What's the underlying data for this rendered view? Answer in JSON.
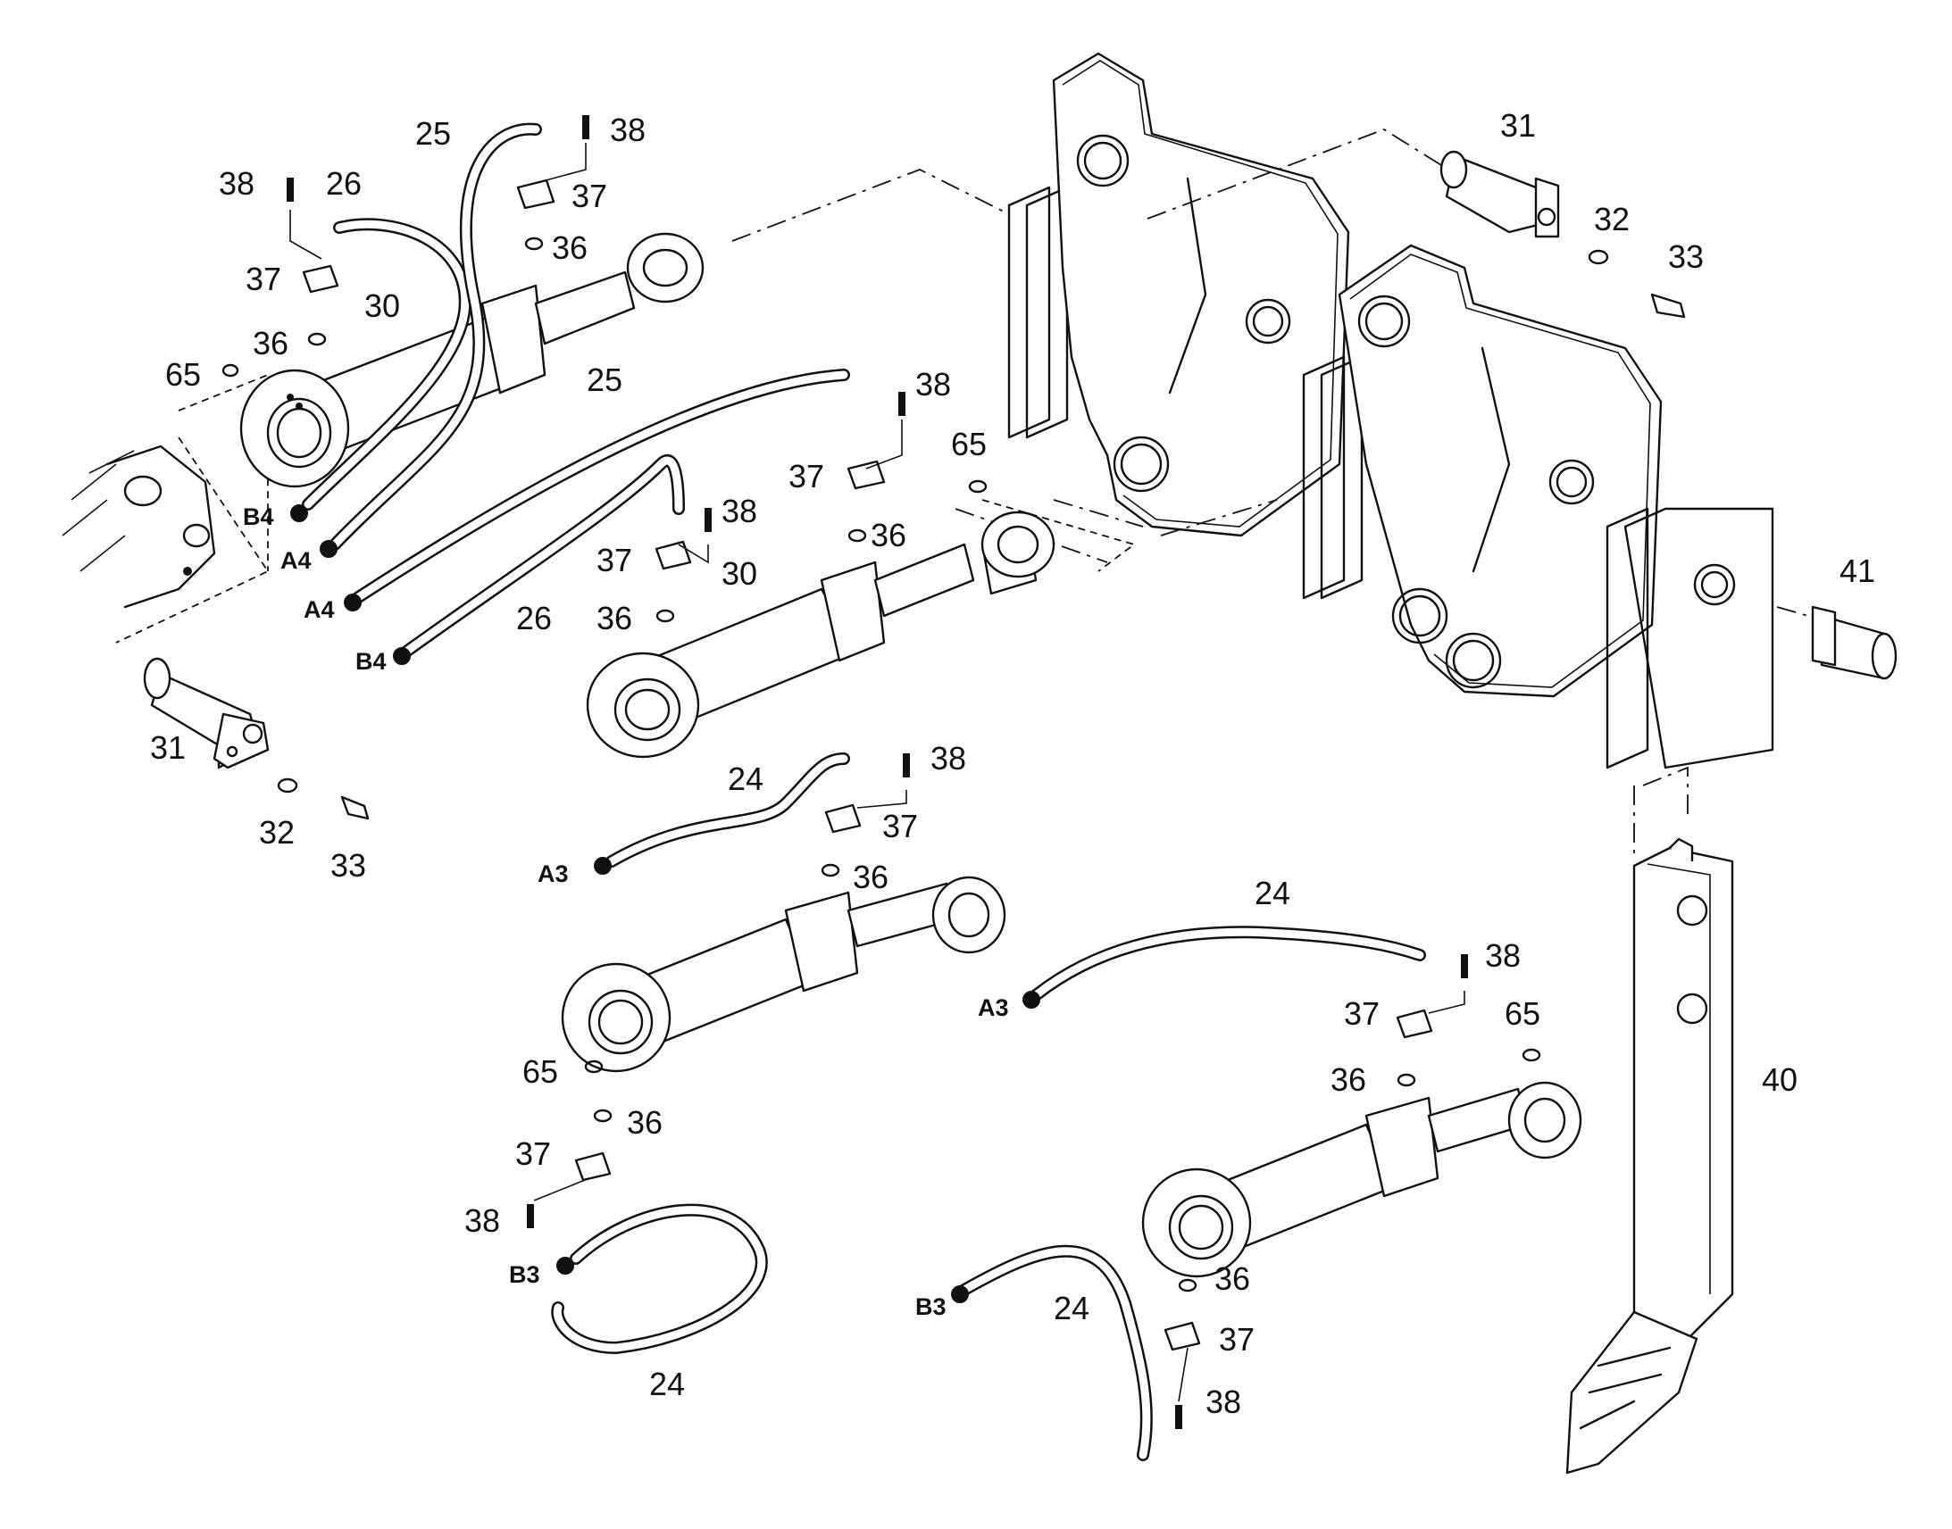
{
  "labels": {
    "l24a": "24",
    "l24b": "24",
    "l24c": "24",
    "l24d": "24",
    "l25a": "25",
    "l25b": "25",
    "l26a": "26",
    "l26b": "26",
    "l30a": "30",
    "l30b": "30",
    "l31a": "31",
    "l31b": "31",
    "l32a": "32",
    "l32b": "32",
    "l33a": "33",
    "l33b": "33",
    "l36a": "36",
    "l36b": "36",
    "l36c": "36",
    "l36d": "36",
    "l36e": "36",
    "l36f": "36",
    "l36g": "36",
    "l37a": "37",
    "l37b": "37",
    "l37c": "37",
    "l37d": "37",
    "l37e": "37",
    "l37f": "37",
    "l37g": "37",
    "l38a": "38",
    "l38b": "38",
    "l38c": "38",
    "l38d": "38",
    "l38e": "38",
    "l38f": "38",
    "l38g": "38",
    "l38h": "38",
    "l40": "40",
    "l41": "41",
    "l65a": "65",
    "l65b": "65",
    "l65c": "65",
    "l65d": "65"
  },
  "ports": {
    "b4a": "B4",
    "b4b": "B4",
    "a4a": "A4",
    "a4b": "A4",
    "a3a": "A3",
    "a3b": "A3",
    "b3a": "B3",
    "b3b": "B3"
  }
}
